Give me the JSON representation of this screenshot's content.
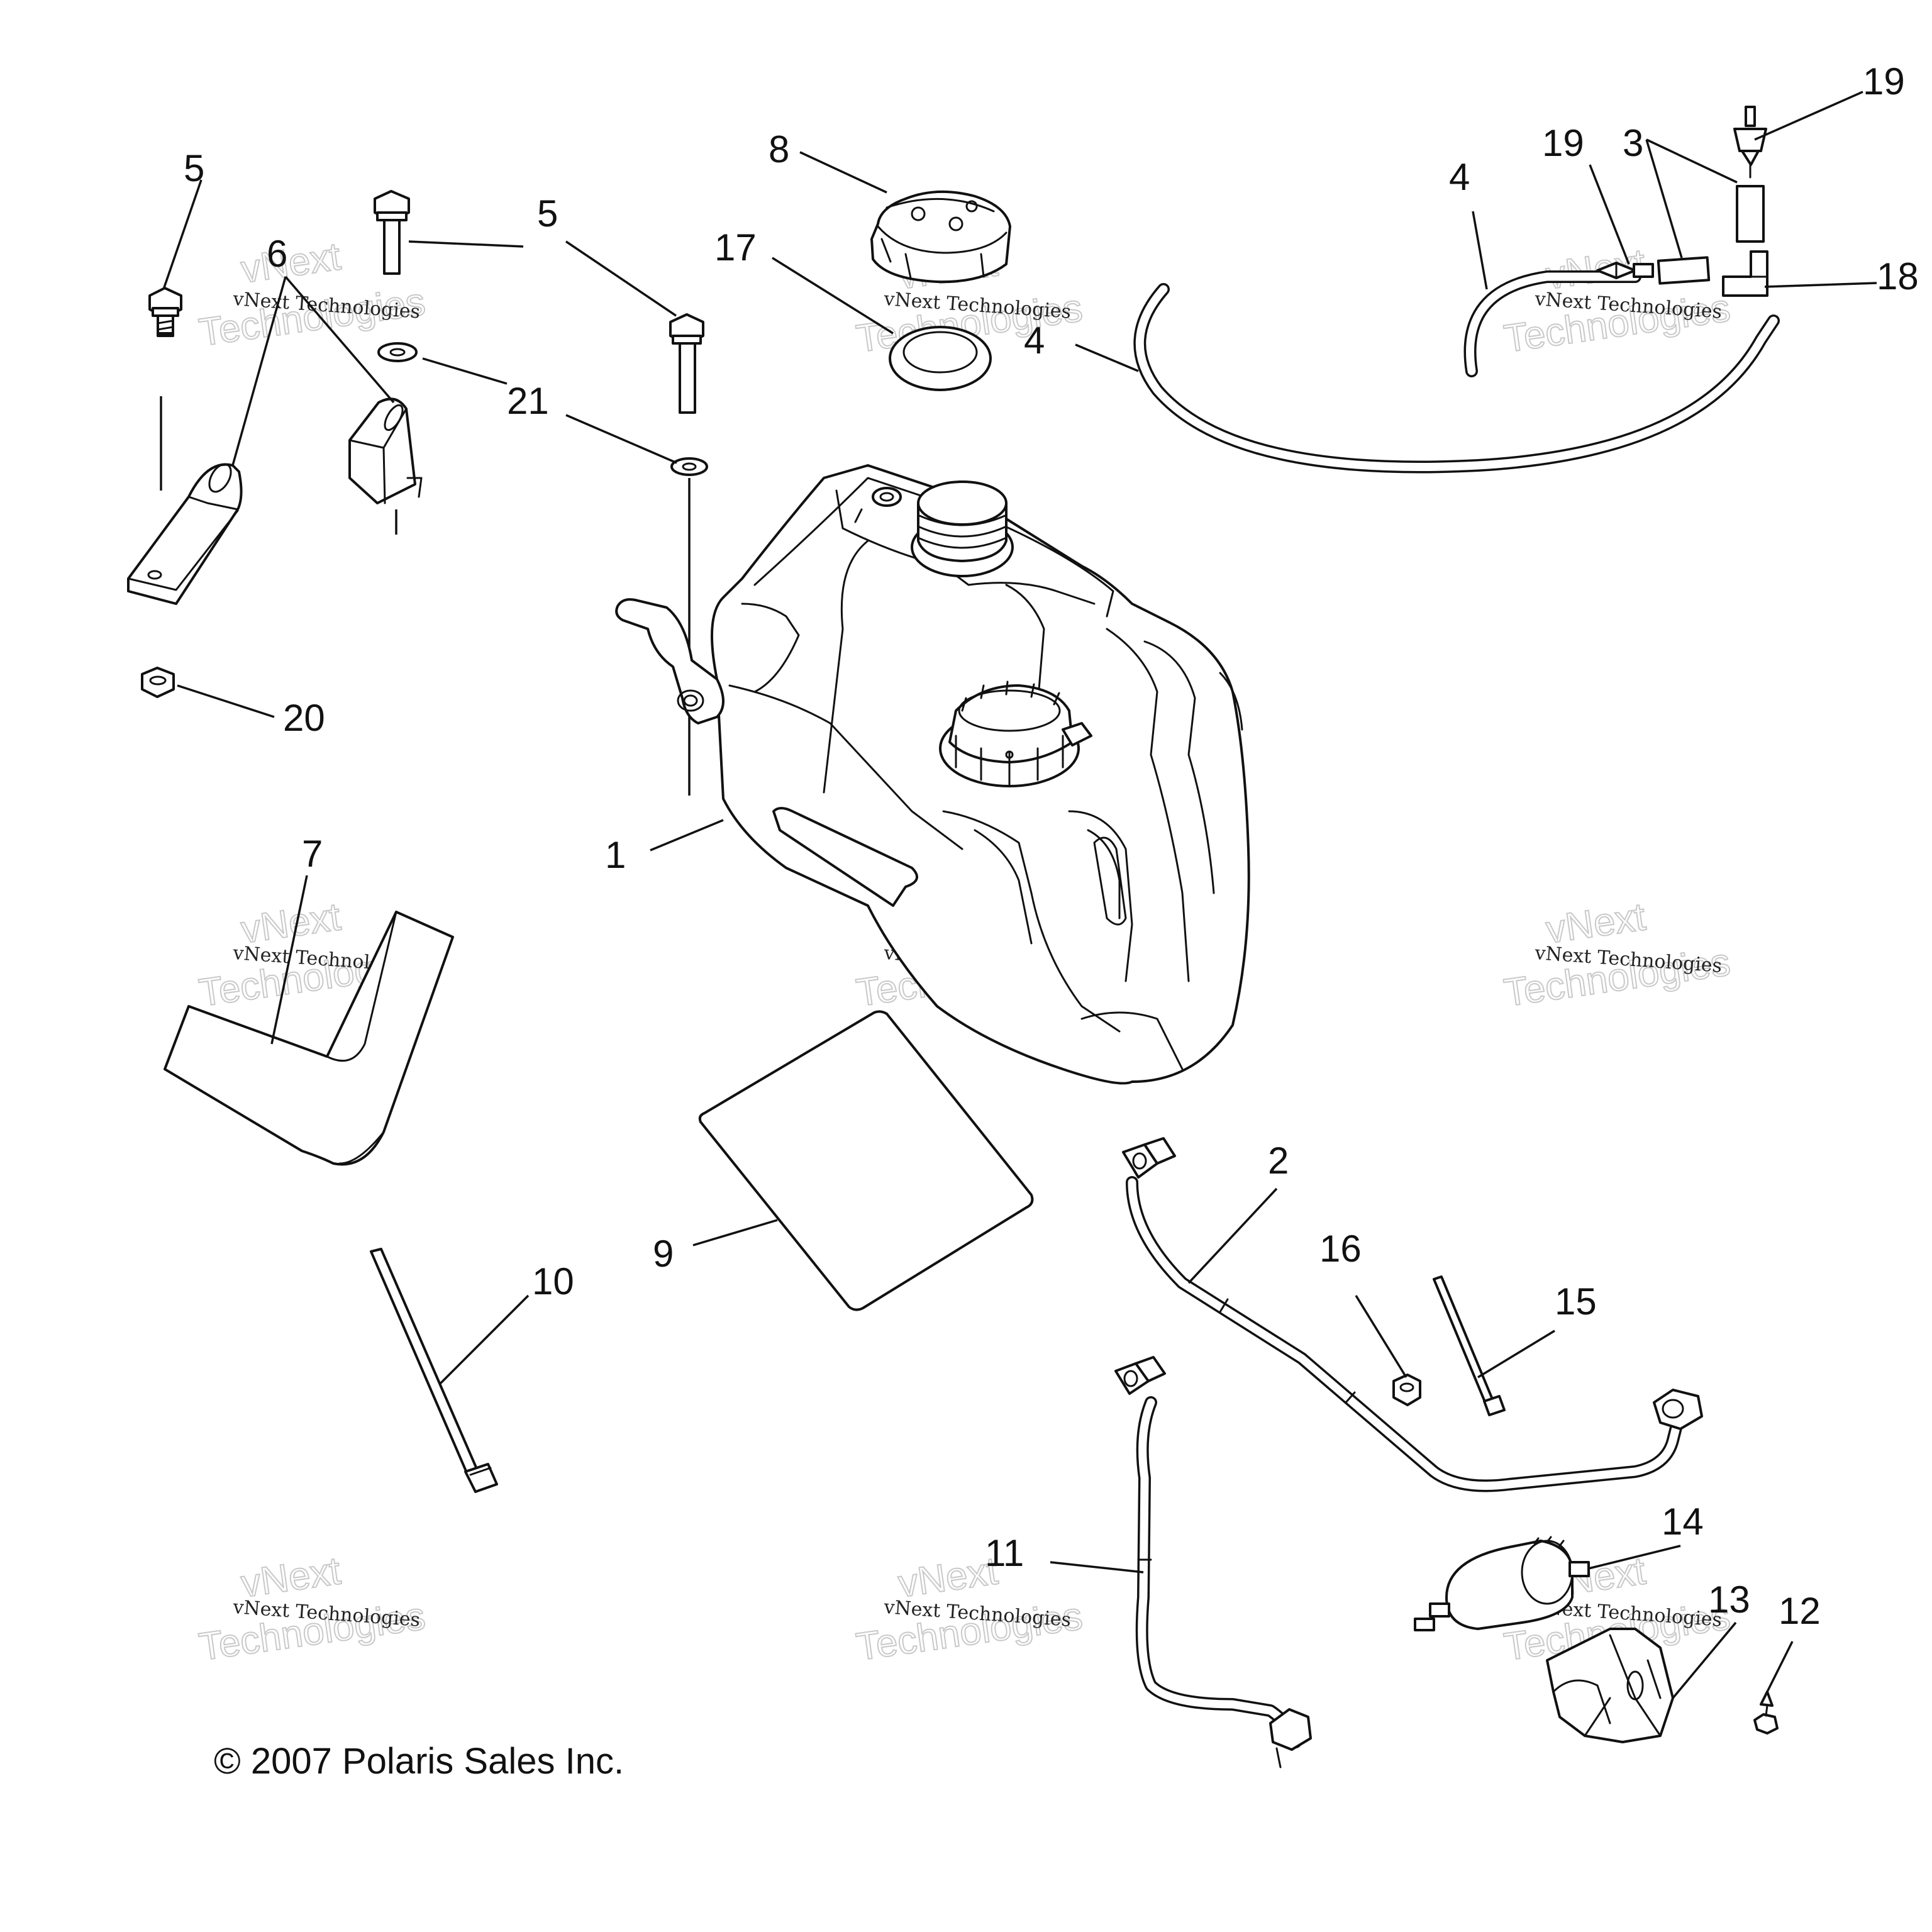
{
  "callouts": [
    {
      "id": "c1",
      "text": "1"
    },
    {
      "id": "c2",
      "text": "2"
    },
    {
      "id": "c3",
      "text": "3"
    },
    {
      "id": "c4a",
      "text": "4"
    },
    {
      "id": "c4b",
      "text": "4"
    },
    {
      "id": "c5a",
      "text": "5"
    },
    {
      "id": "c5b",
      "text": "5"
    },
    {
      "id": "c6",
      "text": "6"
    },
    {
      "id": "c7",
      "text": "7"
    },
    {
      "id": "c8",
      "text": "8"
    },
    {
      "id": "c9",
      "text": "9"
    },
    {
      "id": "c10",
      "text": "10"
    },
    {
      "id": "c11",
      "text": "11"
    },
    {
      "id": "c12",
      "text": "12"
    },
    {
      "id": "c13",
      "text": "13"
    },
    {
      "id": "c14",
      "text": "14"
    },
    {
      "id": "c15",
      "text": "15"
    },
    {
      "id": "c16",
      "text": "16"
    },
    {
      "id": "c17",
      "text": "17"
    },
    {
      "id": "c18",
      "text": "18"
    },
    {
      "id": "c19a",
      "text": "19"
    },
    {
      "id": "c19b",
      "text": "19"
    },
    {
      "id": "c20",
      "text": "20"
    },
    {
      "id": "c21",
      "text": "21"
    }
  ],
  "watermark": {
    "line1": "vNext Technologies",
    "line2a": "vNext",
    "line2b": "Technologies"
  },
  "copyright": "© 2007 Polaris Sales Inc."
}
